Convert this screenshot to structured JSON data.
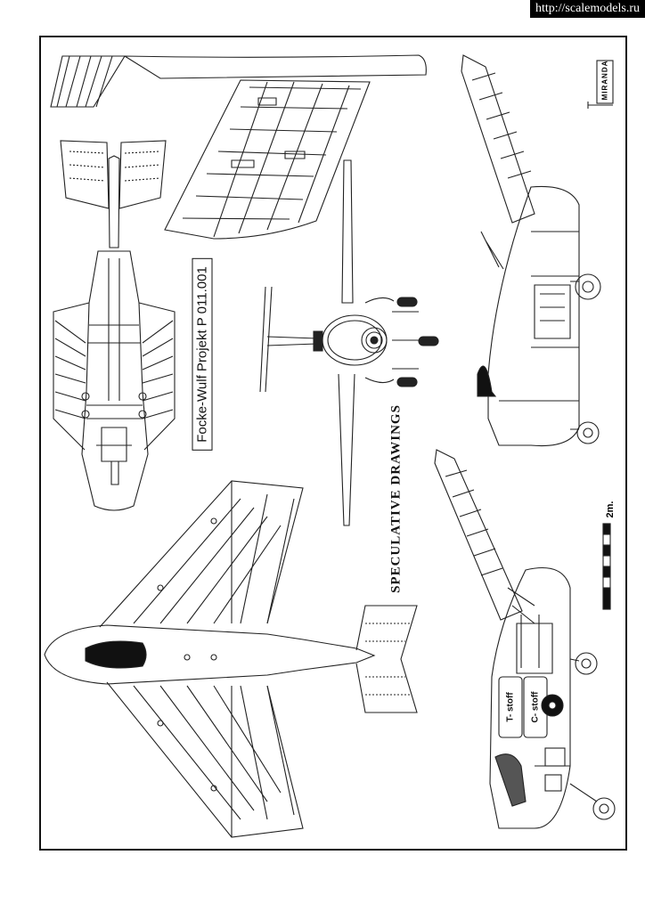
{
  "watermark": "http://scalemodels.ru",
  "title": "Focke-Wulf Projekt P 011.001",
  "subtitle": "SPECULATIVE DRAWINGS",
  "scale_label": "2m.",
  "logo_text": "MIRANDA",
  "tank_labels": {
    "t": "T- stoff",
    "c": "C- stoff"
  }
}
